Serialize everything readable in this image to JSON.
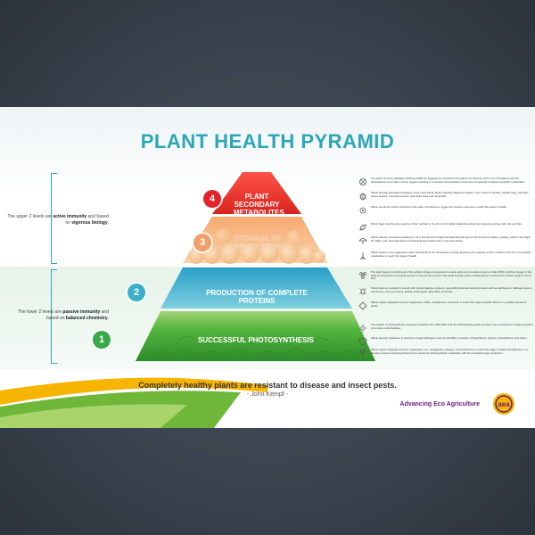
{
  "title": "PLANT HEALTH PYRAMID",
  "levels": [
    {
      "number": "4",
      "label": "PLANT SECONDARY METABOLITES",
      "color": "#e2232b"
    },
    {
      "number": "3",
      "label": "STORAGE OF SURPLUS ENERGY",
      "color": "#f0a06a"
    },
    {
      "number": "2",
      "label": "PRODUCTION OF COMPLETE PROTEINS",
      "color": "#3ab0c8"
    },
    {
      "number": "1",
      "label": "SUCCESSFUL PHOTOSYNTHESIS",
      "color": "#39a84a"
    }
  ],
  "side_notes": {
    "upper": {
      "pre": "The upper 2 levels are ",
      "b1": "active immunity",
      "mid": " and based on ",
      "b2": "vigorous biology",
      "post": "."
    },
    "lower": {
      "pre": "The lower 2 levels are ",
      "b1": "passive immunity",
      "mid": " and based on ",
      "b2": "balanced chemistry",
      "post": "."
    }
  },
  "descriptions": [
    {
      "icon": "bug-icon",
      "text": "The plant's immune pathways (SAR and ISR) are triggered by microbes in the plant's microbiome, both in the rhizosphere and the phyllosphere or by other immune triggers resulting in increased concentrations of immune compounds at highest symbiotic metabolites."
    },
    {
      "icon": "beetle-icon",
      "text": "Plants develop increased resistance to the entire beetle family including Japanese beetles, corn rootworm beetles, squash bugs, Colorado potato beetles, cucumber beetles, and stink insect such as aphids."
    },
    {
      "icon": "microbe-icon",
      "text": "Plants recruit the correct microbes to the plant microbiome to trigger the immune response to reach this stage of health."
    },
    {
      "icon": "leaf-icon",
      "text": "Plants begin diverting the majority of their nutrition in the form of microbial metabolites which are stored as energy, lipid oils, and fats."
    },
    {
      "icon": "fungus-icon",
      "text": "Plants develop increased resistance to all of the airborne fungal and bacterial pathogens such as downy mildew, powdery mildew, late blight, fire blight, rust, bacterial speck, and bacterial spot which exist on the leaf surface."
    },
    {
      "icon": "root-icon",
      "text": "Plants require a very aggressive plant microbiome in the rhizosphere to begin absorbing the majority of their nutrition in the form of microbial metabolites to reach this stage of health."
    },
    {
      "icon": "protein-icon",
      "text": "The plant begins converting all of the soluble nitrogen compounds to amino acids and complete protein so that 100% of all the nitrogen in the plant is converted to a complete protein in any 24-hour period. The result is better amino nitrates and an environment of lower sugar in every leaf."
    },
    {
      "icon": "insect-icon",
      "text": "Plants become resistant to insects with simple digestive systems, especially larval and sucking insects such as leafhoppers, cabbage loopers, corn borers, corn ear worms, aphids, leafhoppers, white flies, and thrips."
    },
    {
      "icon": "mineral-icon",
      "text": "Plants require adequate levels of magnesium, sulfur, molybdenum, and boron to reach this stage of health. Boron is a mobility element in plants."
    },
    {
      "icon": "sun-icon",
      "text": "The volume of photosynthesis increases anywhere from 100-300% and the carbohydrate greatly stronger to be composed of a high proportion of complex carbohydrates."
    },
    {
      "icon": "shield-icon",
      "text": "Plants develop resistance to soil-borne fungal pathogens such as verticillium, fusarium, Phytophthora, pythium, phytophthora, and others."
    },
    {
      "icon": "plant-icon",
      "text": "Plants require adequate levels of magnesium, iron, manganese, nitrogen, and phosphorus to reach this stage of health. Phosphorus is not directly involved in photosynthesis but is needed for photosynthetic metabolism with the increased sugar production."
    }
  ],
  "quote": "Completely healthy plants are resistant to disease and insect pests.",
  "author": "- John Kempf -",
  "tagline": "Advancing Eco Agriculture",
  "logo_text": "aea",
  "colors": {
    "accent": "#2aa7b8",
    "brand": "#6a1b7b",
    "swoosh_yellow": "#f7b400",
    "swoosh_green": "#6fb739"
  }
}
